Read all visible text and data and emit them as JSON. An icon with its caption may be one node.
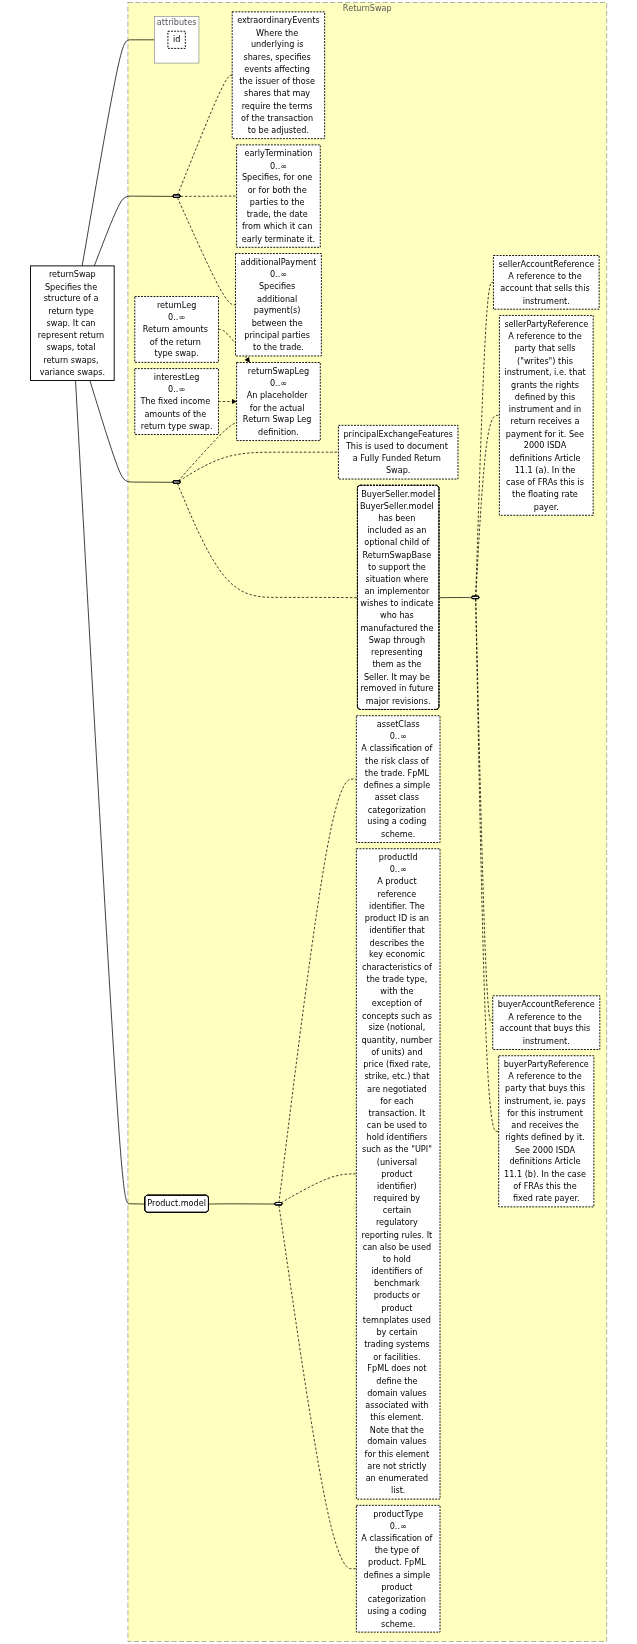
{
  "diagram": {
    "nodes": [
      {
        "text": [
          "returnSwap",
          "Specifies the structure of a return type swap. It can represent return swaps, total return swaps, variance swaps."
        ]
      },
      {
        "text": [
          "ReturnSwap"
        ]
      },
      {
        "text": [
          "attributes"
        ],
        "in": 1
      },
      {
        "text": [
          "id"
        ],
        "in": 2
      },
      {
        "text": [
          "Product.model"
        ],
        "in": 1
      },
      {
        "text": [],
        "shape": "octagon",
        "in": 1
      },
      {
        "text": [
          "productType",
          "0..∞",
          "A classification of the type of product. FpML defines a simple product categorization using a coding scheme."
        ],
        "in": 1
      },
      {
        "text": [
          "productId",
          "0..∞",
          "A product reference identifier. The product ID is an identifier that describes the key economic characteristics of the trade type, with the exception of concepts such as size (notional, quantity, number of units) and price (fixed rate, strike, etc.) that are negotiated for each transaction. It can be used to hold identifiers such as the \"UPI\" (universal product identifier) required by certain regulatory reporting rules. It can also be used to hold identifiers of benchmark products or product temnplates used by certain trading systems or facilities. FpML does not define the domain values associated with this element. Note that the domain values for this element are not strictly an enumerated list."
        ],
        "in": 1
      },
      {
        "text": [
          "assetClass",
          "0..∞",
          "A classification of the risk class of the trade. FpML defines a simple asset class categorization using a coding scheme."
        ],
        "in": 1
      },
      {
        "text": [
          "BuyerSeller.model",
          "BuyerSeller.model has been included as an optional child of ReturnSwapBase to support the situation where an implementor wishes to indicate who has manufactured the Swap through representing them as the Seller. It may be removed in future major revisions."
        ],
        "in": 1
      },
      {
        "text": [],
        "shape": "octagon",
        "in": 1
      },
      {
        "text": [
          "buyerPartyReference",
          "A reference to the party that buys this instrument, ie. pays for this instrument and receives the rights defined by it. See 2000 ISDA definitions Article 11.1 (b). In the case of FRAs this the fixed rate payer."
        ],
        "in": 1
      },
      {
        "text": [
          "buyerAccountReference",
          "A reference to the account that buys this instrument."
        ],
        "in": 1
      },
      {
        "text": [
          "sellerPartyReference",
          "A reference to the party that sells (\"writes\") this instrument, i.e. that grants the rights defined by this instrument and in return receives a payment for it. See 2000 ISDA definitions Article 11.1 (a). In the case of FRAs this is the floating rate payer."
        ],
        "in": 1
      },
      {
        "text": [
          "sellerAccountReference",
          "A reference to the account that sells this instrument."
        ],
        "in": 1
      },
      {
        "text": [],
        "shape": "octagon",
        "in": 1
      },
      {
        "text": [
          "returnSwapLeg",
          "0..∞",
          "An placeholder for the actual Return Swap Leg definition."
        ],
        "in": 1
      },
      {
        "text": [
          "interestLeg",
          "0..∞",
          "The fixed income amounts of the return type swap."
        ],
        "in": 1
      },
      {
        "text": [
          "returnLeg",
          "0..∞",
          "Return amounts of the return type swap."
        ],
        "in": 1
      },
      {
        "text": [
          "principalExchangeFeatures",
          "This is used to document a Fully Funded Return Swap."
        ],
        "in": 1
      },
      {
        "text": [
          "additionalPayment",
          "0..∞",
          "Specifies additional payment(s) between the principal parties to the trade."
        ],
        "in": 1
      },
      {
        "text": [
          "earlyTermination",
          "0..∞",
          "Specifies, for one or for both the parties to the trade, the date from which it can early terminate it."
        ],
        "in": 1
      },
      {
        "text": [],
        "shape": "octagon",
        "in": 1
      },
      {
        "text": [
          "extraordinaryEvents",
          "Where the underlying is shares, specifies events affecting the issuer of those shares that may require the terms of the transaction to be adjusted."
        ],
        "in": 1
      }
    ],
    "edges": [
      {
        "from": 0,
        "to": 2,
        "arrow": "none"
      },
      {
        "from": 0,
        "to": 4,
        "arrow": "none"
      },
      {
        "from": 0,
        "to": 15,
        "arrow": "none"
      },
      {
        "from": 0,
        "to": 22,
        "arrow": "none"
      },
      {
        "from": 4,
        "to": 5,
        "arrow": "none"
      },
      {
        "from": 5,
        "to": 6,
        "arrow": "none",
        "style": "dashed"
      },
      {
        "from": 5,
        "to": 7,
        "arrow": "none",
        "style": "dashed"
      },
      {
        "from": 5,
        "to": 8,
        "arrow": "none",
        "style": "dashed"
      },
      {
        "from": 15,
        "to": 9,
        "arrow": "none",
        "style": "dashed"
      },
      {
        "from": 9,
        "to": 10,
        "arrow": "none"
      },
      {
        "from": 10,
        "to": 11,
        "arrow": "none",
        "style": "dashed"
      },
      {
        "from": 10,
        "to": 12,
        "arrow": "none",
        "style": "dashed"
      },
      {
        "from": 10,
        "to": 13,
        "arrow": "none",
        "style": "dashed"
      },
      {
        "from": 10,
        "to": 14,
        "arrow": "none",
        "style": "dashed"
      },
      {
        "from": 15,
        "to": 16,
        "arrow": "none",
        "style": "dashed"
      },
      {
        "from": 17,
        "to": 16,
        "arrow": "to",
        "style": "dashed"
      },
      {
        "from": 18,
        "to": 16,
        "arrow": "to",
        "style": "dashed"
      },
      {
        "from": 15,
        "to": 19,
        "arrow": "none",
        "style": "dashed"
      },
      {
        "from": 22,
        "to": 20,
        "arrow": "none",
        "style": "dashed"
      },
      {
        "from": 22,
        "to": 21,
        "arrow": "none",
        "style": "dashed"
      },
      {
        "from": 22,
        "to": 23,
        "arrow": "none",
        "style": "dashed"
      }
    ]
  }
}
